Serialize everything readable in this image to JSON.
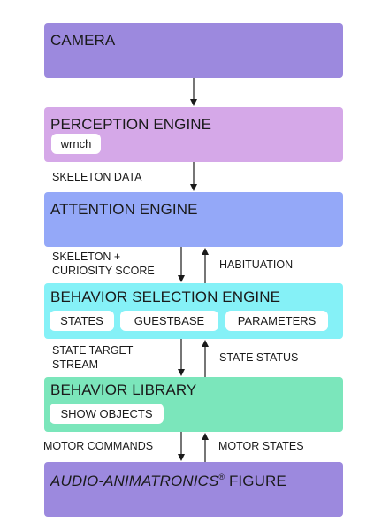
{
  "blocks": {
    "camera": {
      "title": "CAMERA",
      "color": "#9c89de"
    },
    "perception": {
      "title": "PERCEPTION ENGINE",
      "color": "#d5a8e8",
      "chips": [
        "wrnch"
      ]
    },
    "attention": {
      "title": "ATTENTION ENGINE",
      "color": "#94a8f8"
    },
    "behavior_selection": {
      "title": "BEHAVIOR SELECTION ENGINE",
      "color": "#85f1f7",
      "chips": [
        "STATES",
        "GUESTBASE",
        "PARAMETERS"
      ]
    },
    "behavior_library": {
      "title": "BEHAVIOR LIBRARY",
      "color": "#7be6bb",
      "chips": [
        "SHOW OBJECTS"
      ]
    },
    "figure": {
      "title_italic": "AUDIO-ANIMATRONICS",
      "registered": "®",
      "title_rest": " FIGURE",
      "color": "#9c89de"
    }
  },
  "labels": {
    "skeleton_data": "SKELETON DATA",
    "skeleton_curiosity_line1": "SKELETON +",
    "skeleton_curiosity_line2": "CURIOSITY SCORE",
    "habituation": "HABITUATION",
    "state_target_line1": "STATE TARGET",
    "state_target_line2": "STREAM",
    "state_status": "STATE STATUS",
    "motor_commands": "MOTOR COMMANDS",
    "motor_states": "MOTOR STATES"
  }
}
